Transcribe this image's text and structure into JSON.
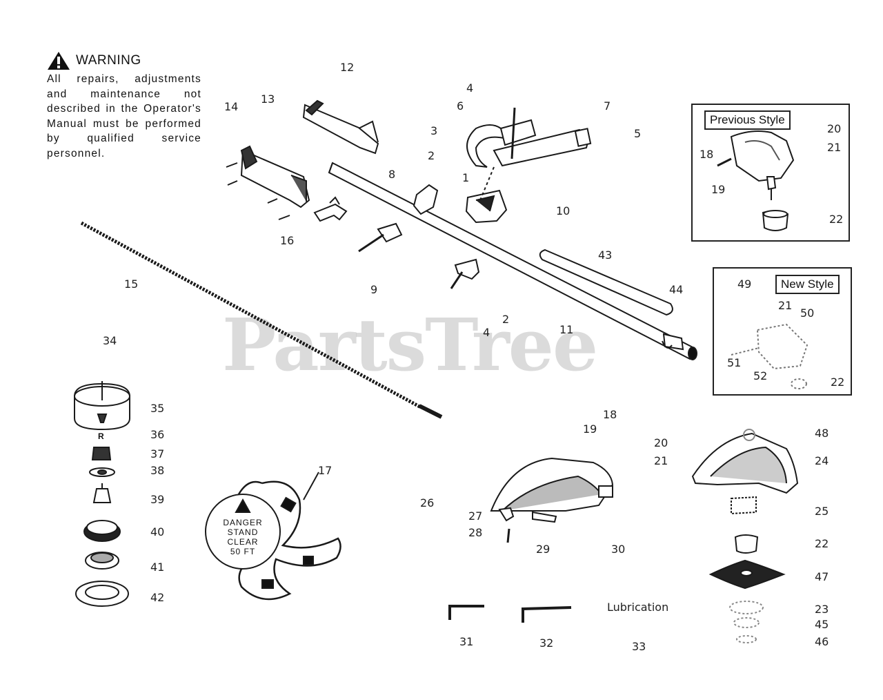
{
  "warning": {
    "title": "WARNING",
    "body": "All repairs, adjustments and maintenance not described in the Operator's Manual must be performed by qualified service personnel."
  },
  "boxes": {
    "previous_style": "Previous Style",
    "new_style": "New Style"
  },
  "watermark": "PartsTree",
  "decal": {
    "line1": "DANGER",
    "line2": "STAND",
    "line3": "CLEAR",
    "line4": "50 FT"
  },
  "lubrication": "Lubrication",
  "part_numbers": {
    "p1": "1",
    "p2": "2",
    "p2b": "2",
    "p3": "3",
    "p4": "4",
    "p4b": "4",
    "p5": "5",
    "p6": "6",
    "p7": "7",
    "p8": "8",
    "p9": "9",
    "p10": "10",
    "p11": "11",
    "p12": "12",
    "p13": "13",
    "p14": "14",
    "p15": "15",
    "p16": "16",
    "p17": "17",
    "p18": "18",
    "p19": "19",
    "p20": "20",
    "p21": "21",
    "p22": "22",
    "p23": "23",
    "p24": "24",
    "p25": "25",
    "p26": "26",
    "p27": "27",
    "p28": "28",
    "p29": "29",
    "p30": "30",
    "p31": "31",
    "p32": "32",
    "p33": "33",
    "p34": "34",
    "p35": "35",
    "p36": "36",
    "p37": "37",
    "p38": "38",
    "p39": "39",
    "p40": "40",
    "p41": "41",
    "p42": "42",
    "p43": "43",
    "p44": "44",
    "p45": "45",
    "p46": "46",
    "p47": "47",
    "p48": "48",
    "ps18": "18",
    "ps19": "19",
    "ps20": "20",
    "ps21": "21",
    "ps22": "22",
    "ns49": "49",
    "ns21": "21",
    "ns50": "50",
    "ns51": "51",
    "ns52": "52",
    "ns22": "22"
  }
}
